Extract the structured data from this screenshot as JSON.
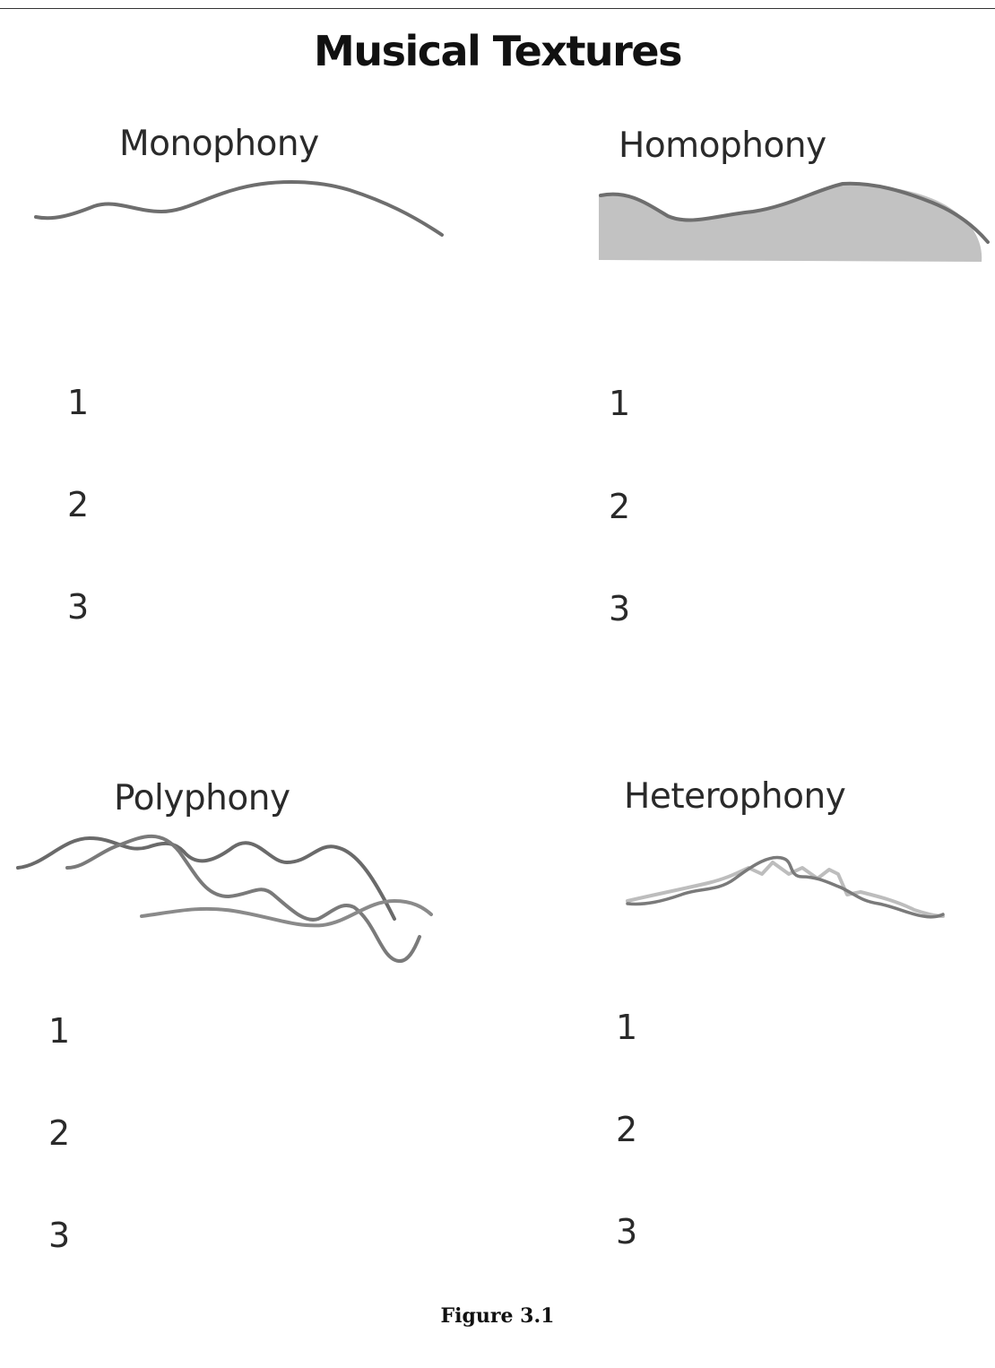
{
  "title": "Musical Textures",
  "caption": "Figure 3.1",
  "panels": [
    {
      "label": "Monophony",
      "items": [
        "1",
        "2",
        "3"
      ]
    },
    {
      "label": "Homophony",
      "items": [
        "1",
        "2",
        "3"
      ]
    },
    {
      "label": "Polyphony",
      "items": [
        "1",
        "2",
        "3"
      ]
    },
    {
      "label": "Heterophony",
      "items": [
        "1",
        "2",
        "3"
      ]
    }
  ],
  "colors": {
    "dark_line": "#6e6e6e",
    "mid_line": "#8a8a8a",
    "light_line": "#bdbdbd",
    "fill": "#c2c2c2"
  }
}
